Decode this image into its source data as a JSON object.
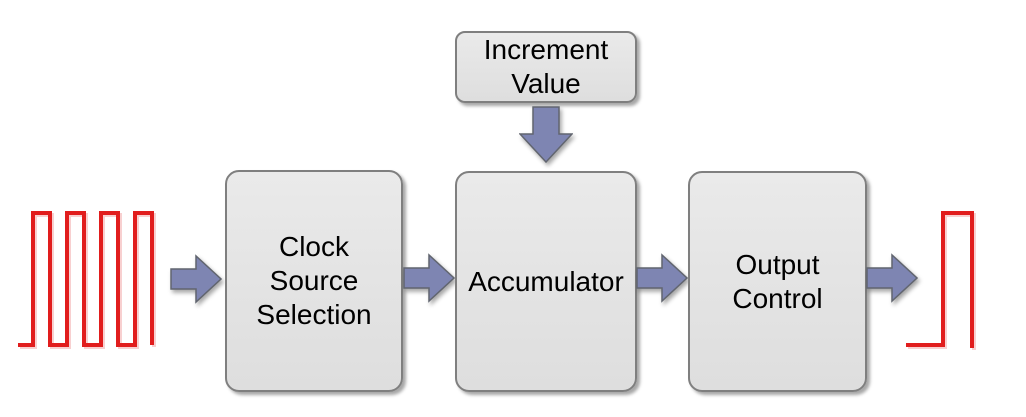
{
  "colors": {
    "background": "#ffffff",
    "box_fill": "#e3e3e3",
    "box_border": "#7f7f7f",
    "arrow_fill": "#7e85b2",
    "arrow_border": "#61656f",
    "waveform_red": "#e11d1d",
    "text": "#000000"
  },
  "boxes": {
    "increment_value": {
      "line1": "Increment",
      "line2": "Value"
    },
    "clock_source_selection": {
      "line1": "Clock",
      "line2": "Source",
      "line3": "Selection"
    },
    "accumulator": {
      "line1": "Accumulator"
    },
    "output_control": {
      "line1": "Output",
      "line2": "Control"
    }
  },
  "icons": {
    "input_waveform": "square-wave-four-pulses",
    "output_waveform": "single-pulse-wave",
    "input_arrow": "right-block-arrow",
    "clock_to_accumulator_arrow": "right-block-arrow",
    "increment_to_accumulator_arrow": "down-block-arrow",
    "accumulator_to_output_arrow": "right-block-arrow",
    "output_arrow": "right-block-arrow"
  }
}
